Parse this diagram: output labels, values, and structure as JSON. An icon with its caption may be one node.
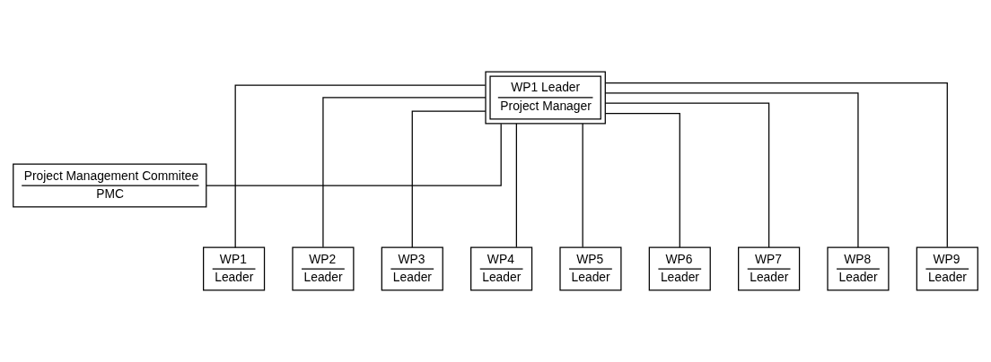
{
  "diagram": {
    "nodes": [
      {
        "text": [
          "WP1 Leader",
          "Project Manager"
        ]
      },
      {
        "text": [
          "Project Management Commitee",
          "PMC"
        ]
      },
      {
        "text": [
          "WP1",
          "Leader"
        ]
      },
      {
        "text": [
          "WP2",
          "Leader"
        ]
      },
      {
        "text": [
          "WP3",
          "Leader"
        ]
      },
      {
        "text": [
          "WP4",
          "Leader"
        ]
      },
      {
        "text": [
          "WP5",
          "Leader"
        ]
      },
      {
        "text": [
          "WP6",
          "Leader"
        ]
      },
      {
        "text": [
          "WP7",
          "Leader"
        ]
      },
      {
        "text": [
          "WP8",
          "Leader"
        ]
      },
      {
        "text": [
          "WP9",
          "Leader"
        ]
      }
    ],
    "edges": [
      {
        "from": 0,
        "to": 1,
        "arrow": "none"
      },
      {
        "from": 0,
        "to": 2,
        "arrow": "none"
      },
      {
        "from": 0,
        "to": 3,
        "arrow": "none"
      },
      {
        "from": 0,
        "to": 4,
        "arrow": "none"
      },
      {
        "from": 0,
        "to": 5,
        "arrow": "none"
      },
      {
        "from": 0,
        "to": 6,
        "arrow": "none"
      },
      {
        "from": 0,
        "to": 7,
        "arrow": "none"
      },
      {
        "from": 0,
        "to": 8,
        "arrow": "none"
      },
      {
        "from": 0,
        "to": 9,
        "arrow": "none"
      },
      {
        "from": 0,
        "to": 10,
        "arrow": "none"
      }
    ]
  }
}
